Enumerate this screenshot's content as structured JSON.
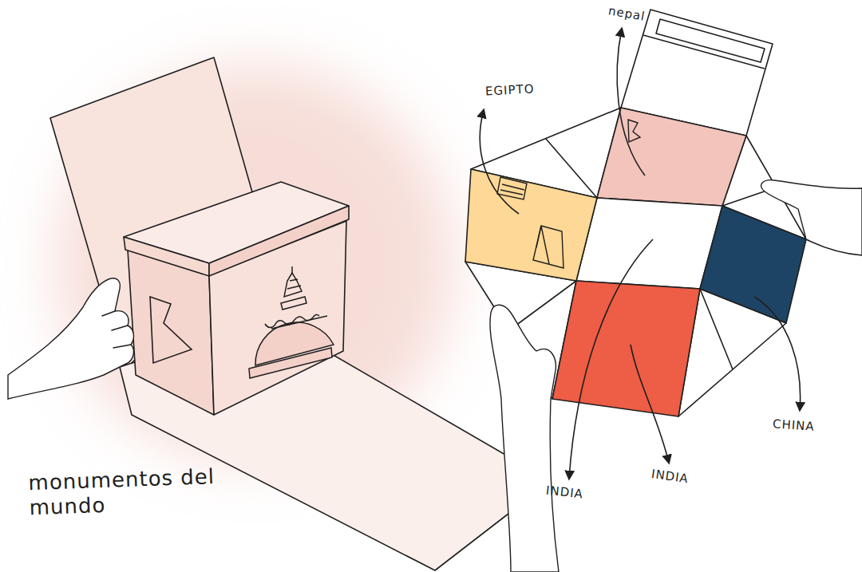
{
  "diagram": {
    "title": "monumentos del mundo",
    "labels": [
      "nepal",
      "EGIPTO",
      "CHINA",
      "INDIA",
      "INDIA"
    ]
  }
}
